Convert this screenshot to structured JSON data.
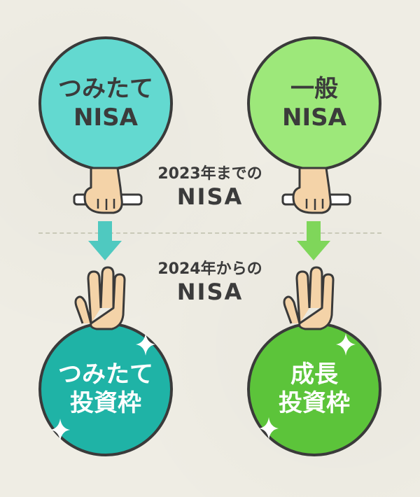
{
  "colors": {
    "background": "#efede4",
    "tsumitate_old": "#63d9d0",
    "ippan_old": "#9de87a",
    "tsumitate_new": "#1fb3a6",
    "seicho_new": "#5cc43a",
    "arrow_teal": "#4fc9c0",
    "arrow_green": "#7fd65a",
    "outline": "#3a3a3a",
    "text_dark": "#3b3b3b"
  },
  "top_left": {
    "line1": "つみたて",
    "line2": "NISA"
  },
  "top_right": {
    "line1": "一般",
    "line2": "NISA"
  },
  "label_before": {
    "line1": "2023年までの",
    "line2": "NISA"
  },
  "label_after": {
    "line1": "2024年からの",
    "line2": "NISA"
  },
  "bottom_left": {
    "line1": "つみたて",
    "line2": "投資枠"
  },
  "bottom_right": {
    "line1": "成長",
    "line2": "投資枠"
  },
  "icons": [
    "hand-holding-baton-icon",
    "arrow-down-icon",
    "open-hand-icon",
    "sparkle-icon"
  ]
}
